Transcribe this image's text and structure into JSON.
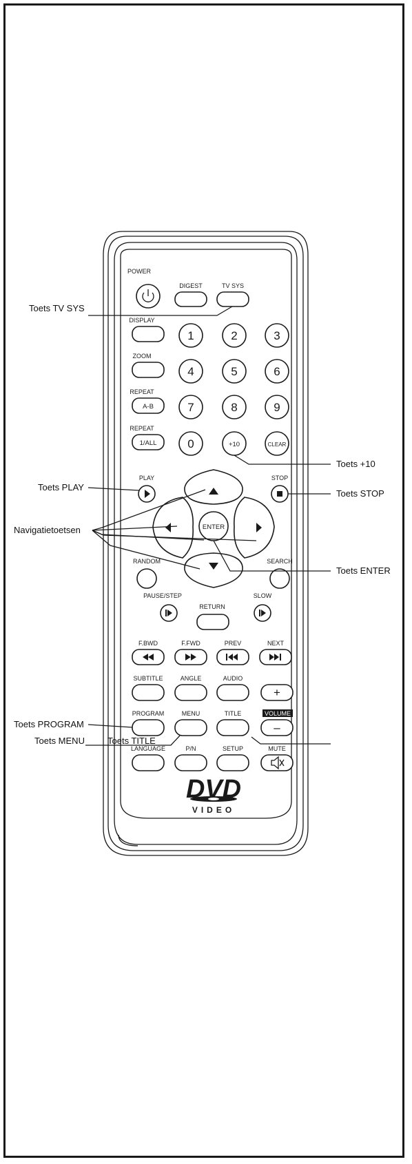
{
  "remote": {
    "top_labels": {
      "power": "POWER",
      "digest": "DIGEST",
      "tvsys": "TV SYS",
      "display": "DISPLAY",
      "zoom": "ZOOM",
      "repeat_ab": "REPEAT",
      "repeat_1all": "REPEAT"
    },
    "inner_keys": {
      "ab": "A-B",
      "one_all": "1/ALL",
      "zero": "0",
      "plus10": "+10",
      "clear": "CLEAR",
      "enter": "ENTER",
      "plus": "+",
      "minus": "–"
    },
    "digits": [
      "1",
      "2",
      "3",
      "4",
      "5",
      "6",
      "7",
      "8",
      "9"
    ],
    "labels": {
      "play": "PLAY",
      "stop": "STOP",
      "random": "RANDOM",
      "search": "SEARCH",
      "pausestep": "PAUSE/STEP",
      "return": "RETURN",
      "slow": "SLOW",
      "fbwd": "F.BWD",
      "ffwd": "F.FWD",
      "prev": "PREV",
      "next": "NEXT",
      "subtitle": "SUBTITLE",
      "angle": "ANGLE",
      "audio": "AUDIO",
      "program": "PROGRAM",
      "menu": "MENU",
      "title": "TITLE",
      "volume": "VOLUME",
      "language": "LANGUAGE",
      "pn": "P/N",
      "setup": "SETUP",
      "mute": "MUTE"
    },
    "logo_dvd": "DVD",
    "logo_video": "VIDEO"
  },
  "callouts": {
    "tvsys": "Toets TV SYS",
    "plus10": "Toets +10",
    "play": "Toets PLAY",
    "stop": "Toets STOP",
    "nav": "Navigatietoetsen",
    "enter": "Toets ENTER",
    "program": "Toets PROGRAM",
    "menu": "Toets MENU",
    "title": "Toets TITLE"
  }
}
